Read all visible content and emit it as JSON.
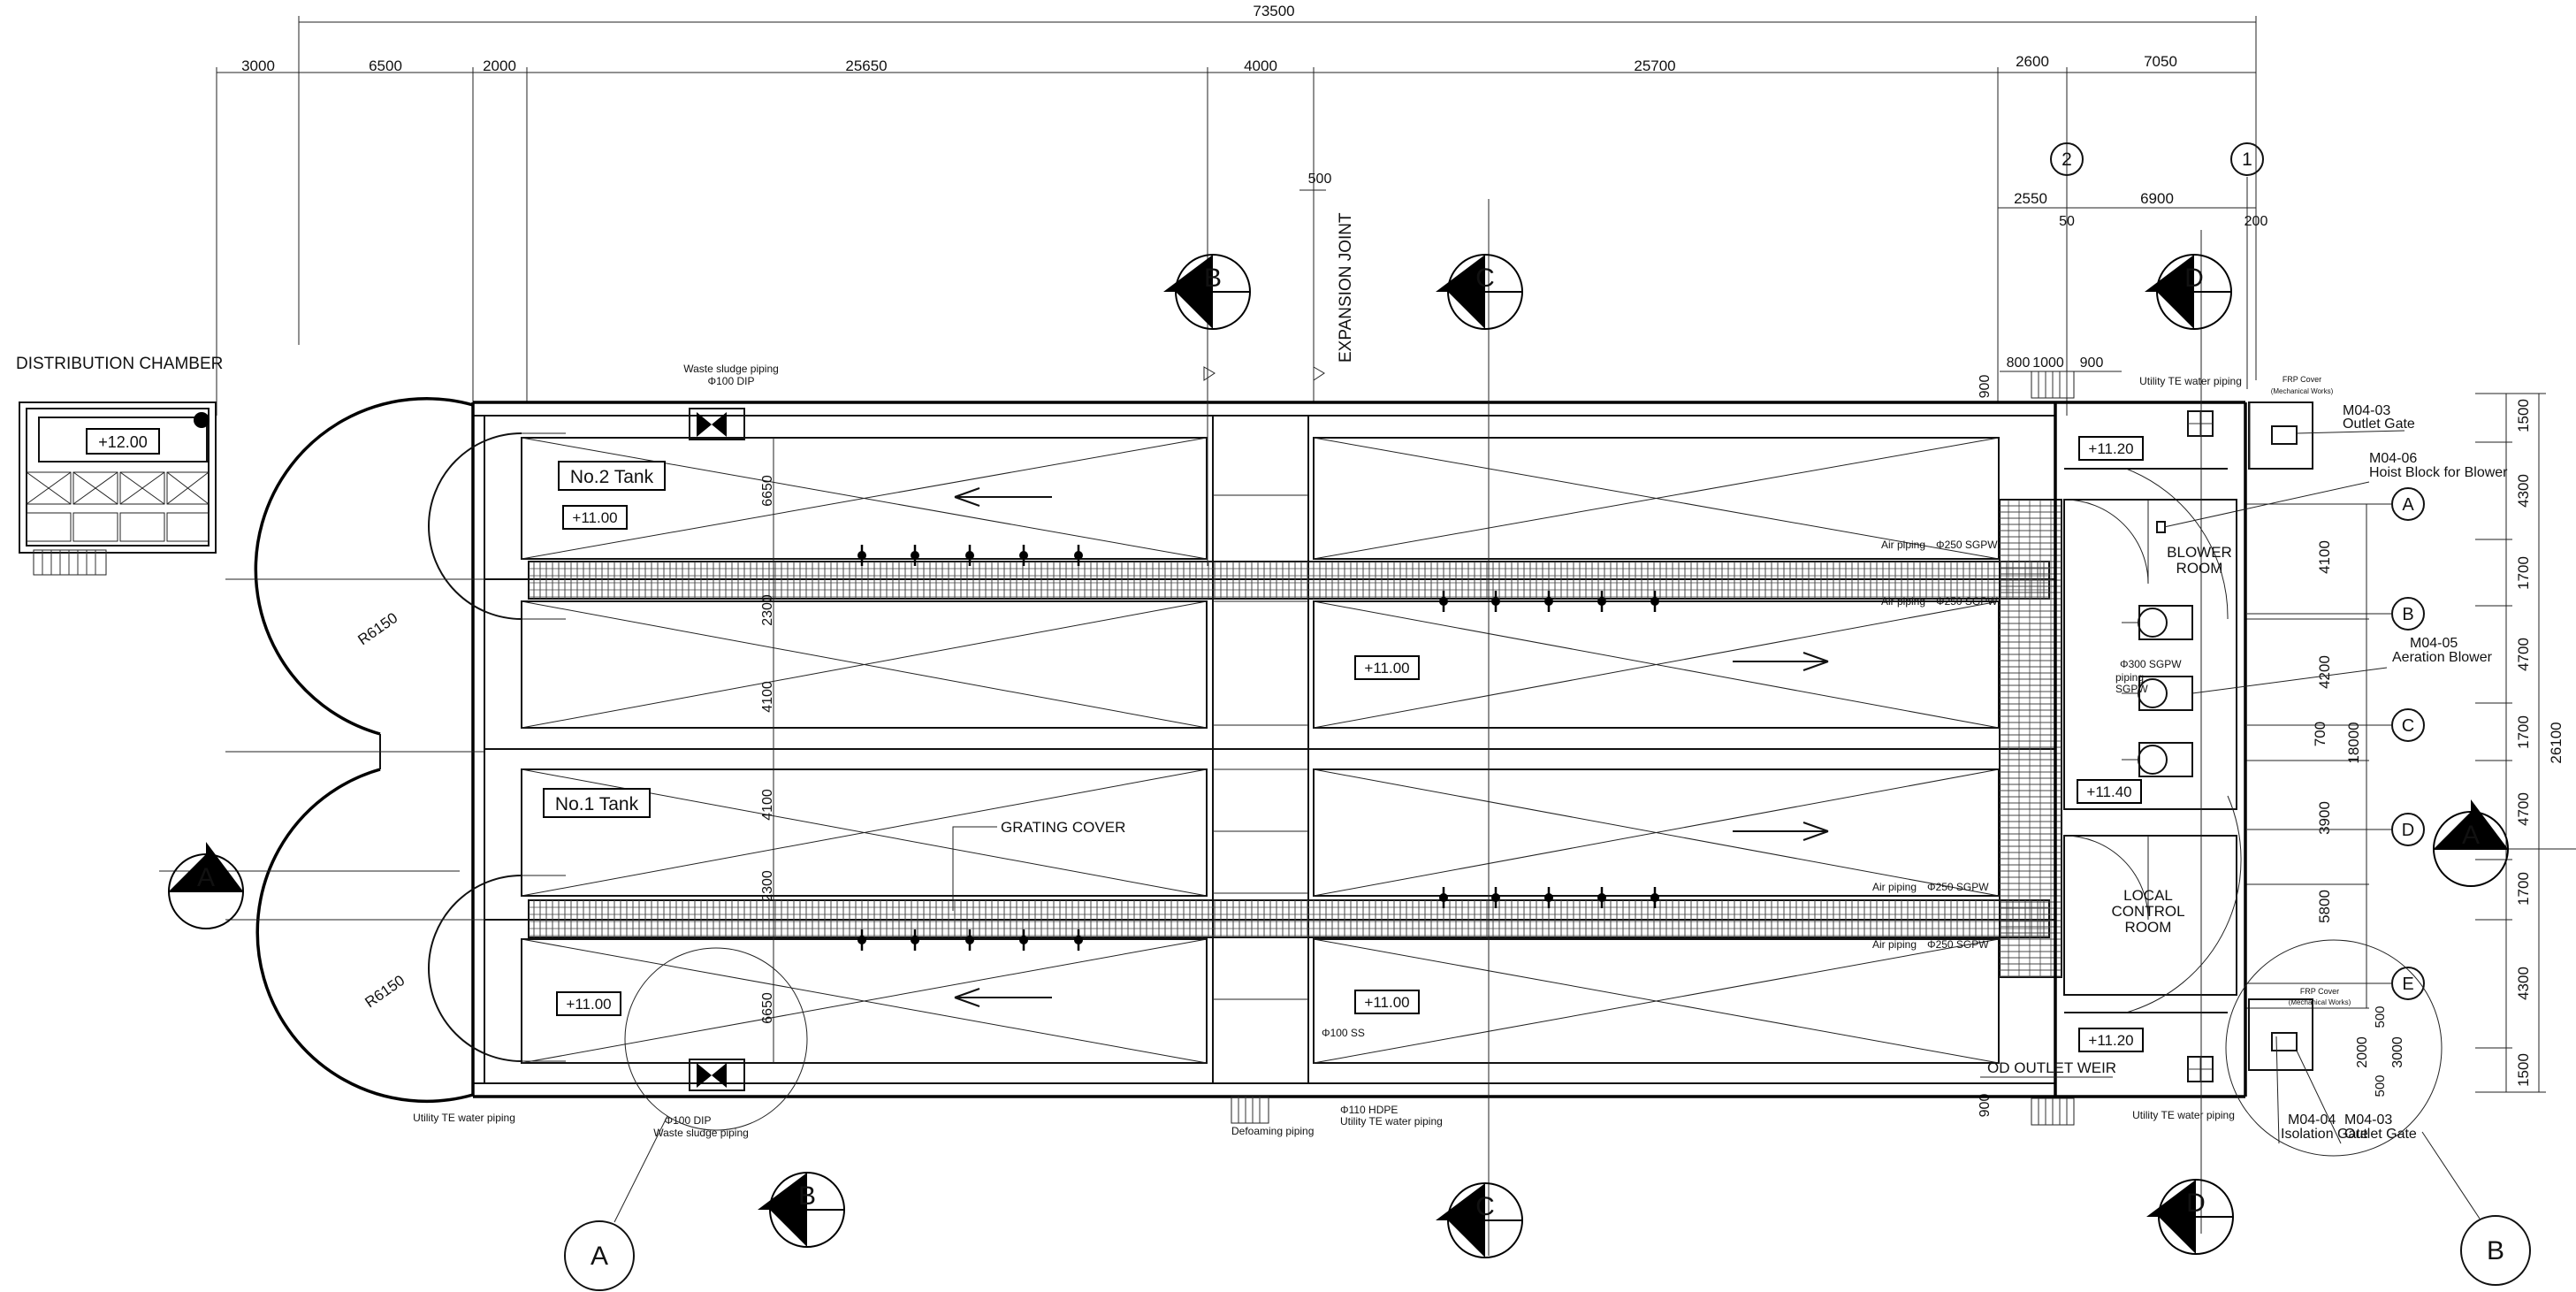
{
  "title_chamber": "DISTRIBUTION CHAMBER",
  "dims_top": [
    "73500",
    "3000",
    "6500",
    "2000",
    "25650",
    "4000",
    "25700",
    "2600",
    "7050",
    "500",
    "2550",
    "50",
    "6900",
    "200",
    "800",
    "1000",
    "900"
  ],
  "dims_right": [
    "1500",
    "4300",
    "1700",
    "4700",
    "1700",
    "4700",
    "1700",
    "4300",
    "1500",
    "26100"
  ],
  "dims_inner": [
    "4100",
    "4200",
    "700",
    "18000",
    "3900",
    "5800",
    "2000",
    "3000",
    "500",
    "500",
    "900",
    "900"
  ],
  "tank_dims": [
    "6650",
    "2300",
    "4100",
    "4100",
    "2300",
    "6650"
  ],
  "grid_numbers": [
    "2",
    "1"
  ],
  "grid_letters": [
    "A",
    "B",
    "C",
    "D",
    "E"
  ],
  "sections": {
    "a": "A",
    "b": "B",
    "c": "C",
    "d": "D"
  },
  "tanks": {
    "no2": "No.2 Tank",
    "no1": "No.1 Tank"
  },
  "levels": {
    "l1200": "+12.00",
    "l1100": "+11.00",
    "l1120": "+11.20",
    "l1140": "+11.40"
  },
  "rooms": {
    "blower_1": "BLOWER",
    "blower_2": "ROOM",
    "lcr_1": "LOCAL",
    "lcr_2": "CONTROL",
    "lcr_3": "ROOM"
  },
  "labels": {
    "expansion": "EXPANSION JOINT",
    "grating": "GRATING COVER",
    "waste_sludge": "Waste sludge piping",
    "dip100": "Φ100 DIP",
    "utility": "Utility TE water piping",
    "air": "Air piping",
    "sgpw250": "Φ250 SGPW",
    "sgpw300": "Φ300 SGPW",
    "piping": "piping",
    "sgpw": "SGPW",
    "defoaming": "Defoaming piping",
    "hdpe": "Φ110 HDPE",
    "ss100": "Φ100 SS",
    "od_weir": "OD OUTLET WEIR",
    "frp": "FRP Cover",
    "mech": "(Mechanical Works)",
    "r6150": "R6150"
  },
  "equipment": {
    "m0403": "M04-03",
    "outlet_gate": "Outlet Gate",
    "m0406": "M04-06",
    "hoist": "Hoist Block for Blower",
    "m0405": "M04-05",
    "aeration": "Aeration Blower",
    "m0404": "M04-04",
    "isolation": "Isolation Gate"
  },
  "detail_markers": [
    "A",
    "B"
  ]
}
